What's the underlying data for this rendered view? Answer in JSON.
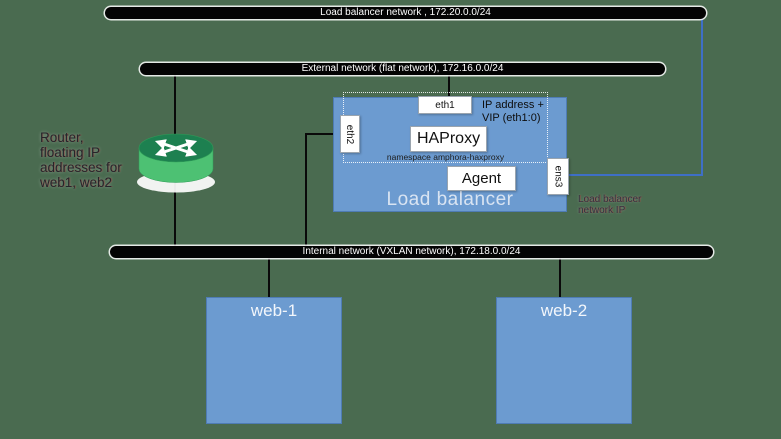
{
  "diagram_title": "Octavia-style load balancer network diagram",
  "colors": {
    "background": "#4a6b50",
    "node_fill": "#6c9bd0",
    "node_border": "#4f7cb4",
    "bus_fill": "#040404",
    "bus_text": "#ffffff",
    "blue_link": "#3e6fc6",
    "black_link": "#0a0a0a",
    "router_top": "#1d8050",
    "router_side": "#4dc173",
    "lb_title_text": "#d9e4f2"
  },
  "networks": {
    "load_balancer": {
      "label": "Load balancer network , 172.20.0.0/24"
    },
    "external": {
      "label": "External network (flat network), 172.16.0.0/24"
    },
    "internal": {
      "label": "Internal network (VXLAN network), 172.18.0.0/24"
    }
  },
  "load_balancer": {
    "title": "Load balancer",
    "namespace_label": "namespace amphora-haxproxy",
    "haproxy_label": "HAProxy",
    "agent_label": "Agent",
    "interfaces": {
      "eth1": "eth1",
      "eth2": "eth2",
      "ens3": "ens3"
    },
    "vip_note": {
      "line1": "IP address +",
      "line2": "VIP (eth1:0)"
    }
  },
  "annotations": {
    "router_note": [
      "Router,",
      "floating IP",
      "addresses for",
      "web1, web2"
    ],
    "lb_ip_note": [
      "Load balancer",
      "network IP"
    ]
  },
  "servers": {
    "web1": "web-1",
    "web2": "web-2"
  },
  "icons": {
    "router": "router-icon"
  }
}
